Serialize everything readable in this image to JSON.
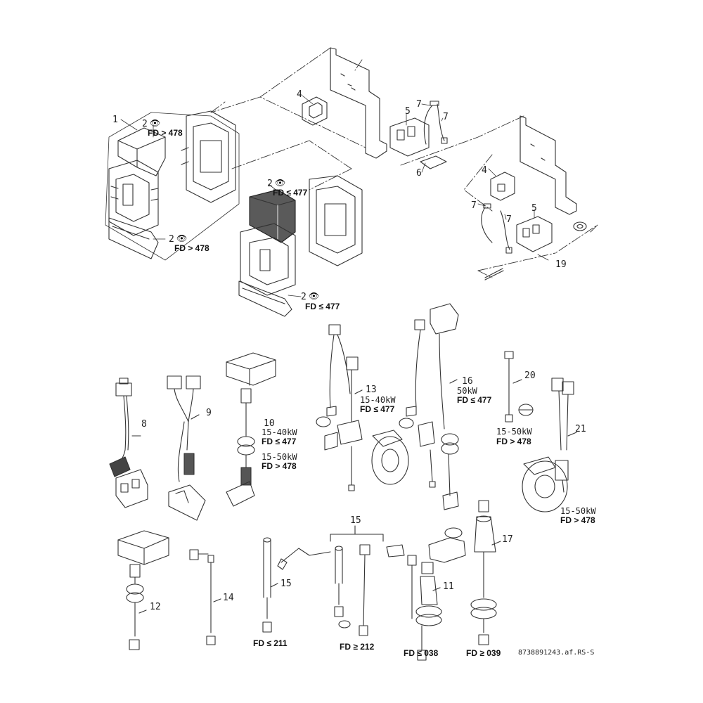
{
  "icons": {
    "view": "eye-icon"
  },
  "callouts": {
    "c1": "1",
    "c2a": "2",
    "c2b": "2",
    "c2c": "2",
    "c2d": "2",
    "c4a": "4",
    "c4b": "4",
    "c5a": "5",
    "c5b": "5",
    "c6": "6",
    "c7a": "7",
    "c7b": "7",
    "c7c": "7",
    "c7d": "7",
    "c8": "8",
    "c9": "9",
    "c10": "10",
    "c11": "11",
    "c12": "12",
    "c13": "13",
    "c14": "14",
    "c15a": "15",
    "c15b": "15",
    "c16": "16",
    "c17": "17",
    "c19": "19",
    "c20": "20",
    "c21": "21"
  },
  "conditions": {
    "fd_gt_478_a": "FD > 478",
    "fd_gt_478_b": "FD > 478",
    "fd_le_477_a": "FD ≤ 477",
    "fd_le_477_b": "FD ≤ 477",
    "p10_kw_a": "15-40kW",
    "p10_fd_a": "FD ≤ 477",
    "p10_kw_b": "15-50kW",
    "p10_fd_b": "FD > 478",
    "p13_kw": "15-40kW",
    "p13_fd": "FD ≤ 477",
    "p16_kw": "50kW",
    "p16_fd": "FD ≤ 477",
    "p20_kw": "15-50kW",
    "p20_fd": "FD > 478",
    "p21_kw": "15-50kW",
    "p21_fd": "FD > 478",
    "p15_fd_a": "FD ≤ 211",
    "p15_fd_b": "FD ≥ 212",
    "p11_fd": "FD ≤ 038",
    "p17_fd": "FD ≥ 039"
  },
  "doc_id": "8738891243.af.RS-S"
}
